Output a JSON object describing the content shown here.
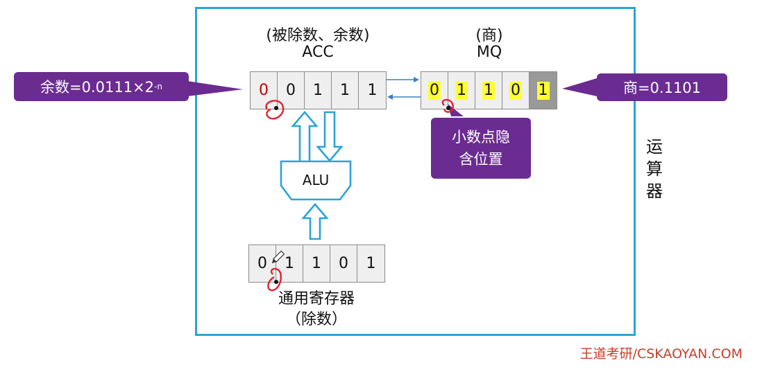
{
  "acc": {
    "caption": "(被除数、余数)",
    "name": "ACC",
    "bits": [
      "0",
      "0",
      "1",
      "1",
      "1"
    ]
  },
  "mq": {
    "caption": "(商)",
    "name": "MQ",
    "bits": [
      "0",
      "1",
      "1",
      "0",
      "1"
    ]
  },
  "alu": {
    "label": "ALU"
  },
  "general_register": {
    "bits": [
      "0",
      "1",
      "1",
      "0",
      "1"
    ],
    "label": "通用寄存器",
    "caption": "（除数）"
  },
  "remainder_callout": {
    "text": "余数=0.0111×2",
    "exponent": "-n"
  },
  "quotient_callout": {
    "text": "商=0.1101"
  },
  "decimal_point_callout": {
    "line1": "小数点隐",
    "line2": "含位置"
  },
  "unit_label": [
    "运",
    "算",
    "器"
  ],
  "watermark": "王道考研/CSKAOYAN.COM",
  "colors": {
    "frame": "#2aa3d9",
    "callout": "#6a2c91",
    "highlight": "#ffff33",
    "annotation": "#e0202a",
    "watermark": "#c0412c"
  }
}
